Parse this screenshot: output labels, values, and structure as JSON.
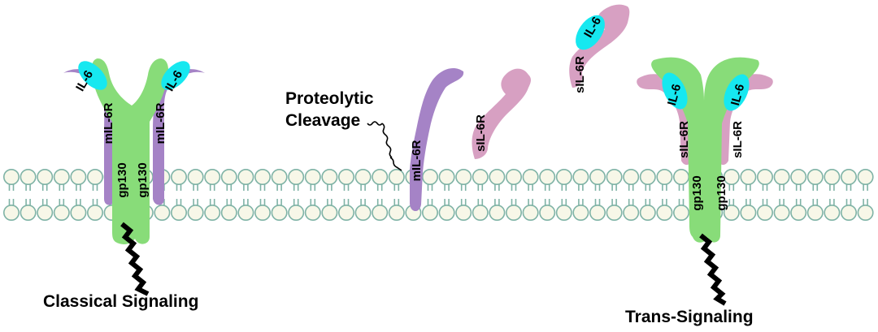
{
  "labels": {
    "classical_signaling": "Classical Signaling",
    "trans_signaling": "Trans-Signaling",
    "proteolytic": "Proteolytic",
    "cleavage": "Cleavage",
    "il6": "IL-6",
    "mil6r": "mIL-6R",
    "sil6r": "sIL-6R",
    "gp130": "gp130"
  },
  "colors": {
    "membrane_stroke": "#7fb3a6",
    "membrane_fill": "#f7f7e8",
    "gp130": "#88dc79",
    "mil6r": "#a583c6",
    "sil6r": "#d7a0c2",
    "il6": "#16e8f0",
    "signal": "#000000"
  },
  "icons": {
    "membrane": "phospholipid-bilayer",
    "signal": "zigzag-signal-icon",
    "cleavage": "wavy-tether-icon"
  }
}
